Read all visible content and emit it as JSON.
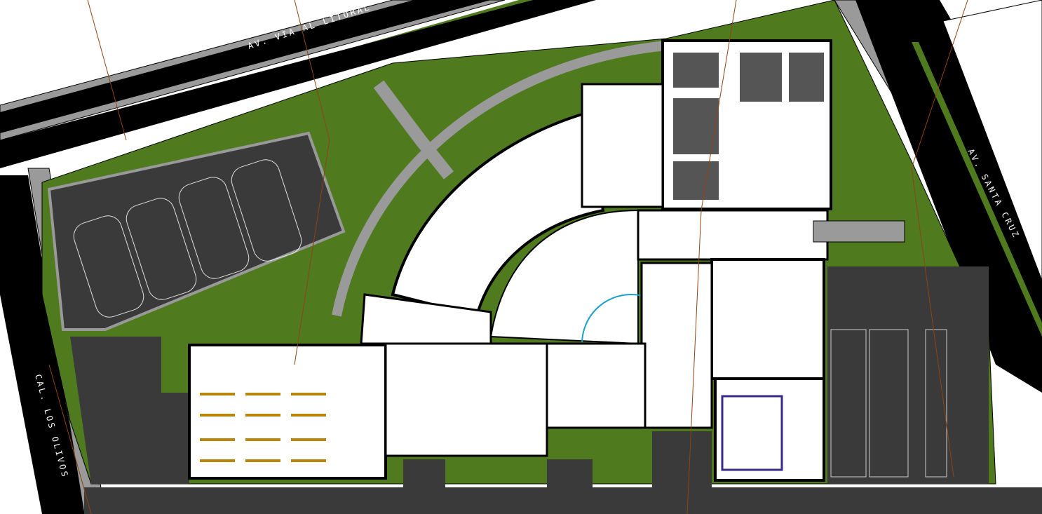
{
  "streets": {
    "north": "AV. VIA AL LITORAL",
    "east": "AV. SANTA CRUZ",
    "west": "CAL. LOS OLIVOS"
  },
  "colors": {
    "road": "#000000",
    "sidewalk": "#9a9a9a",
    "parking": "#3a3a3a",
    "grass": "#4f7a1e",
    "building": "#ffffff",
    "walls": "#000000",
    "contour": "#8b4513",
    "accent_cyan": "#1aa0c8",
    "furniture": "#b8860b",
    "pool_lanes": "#3a2a8a"
  }
}
